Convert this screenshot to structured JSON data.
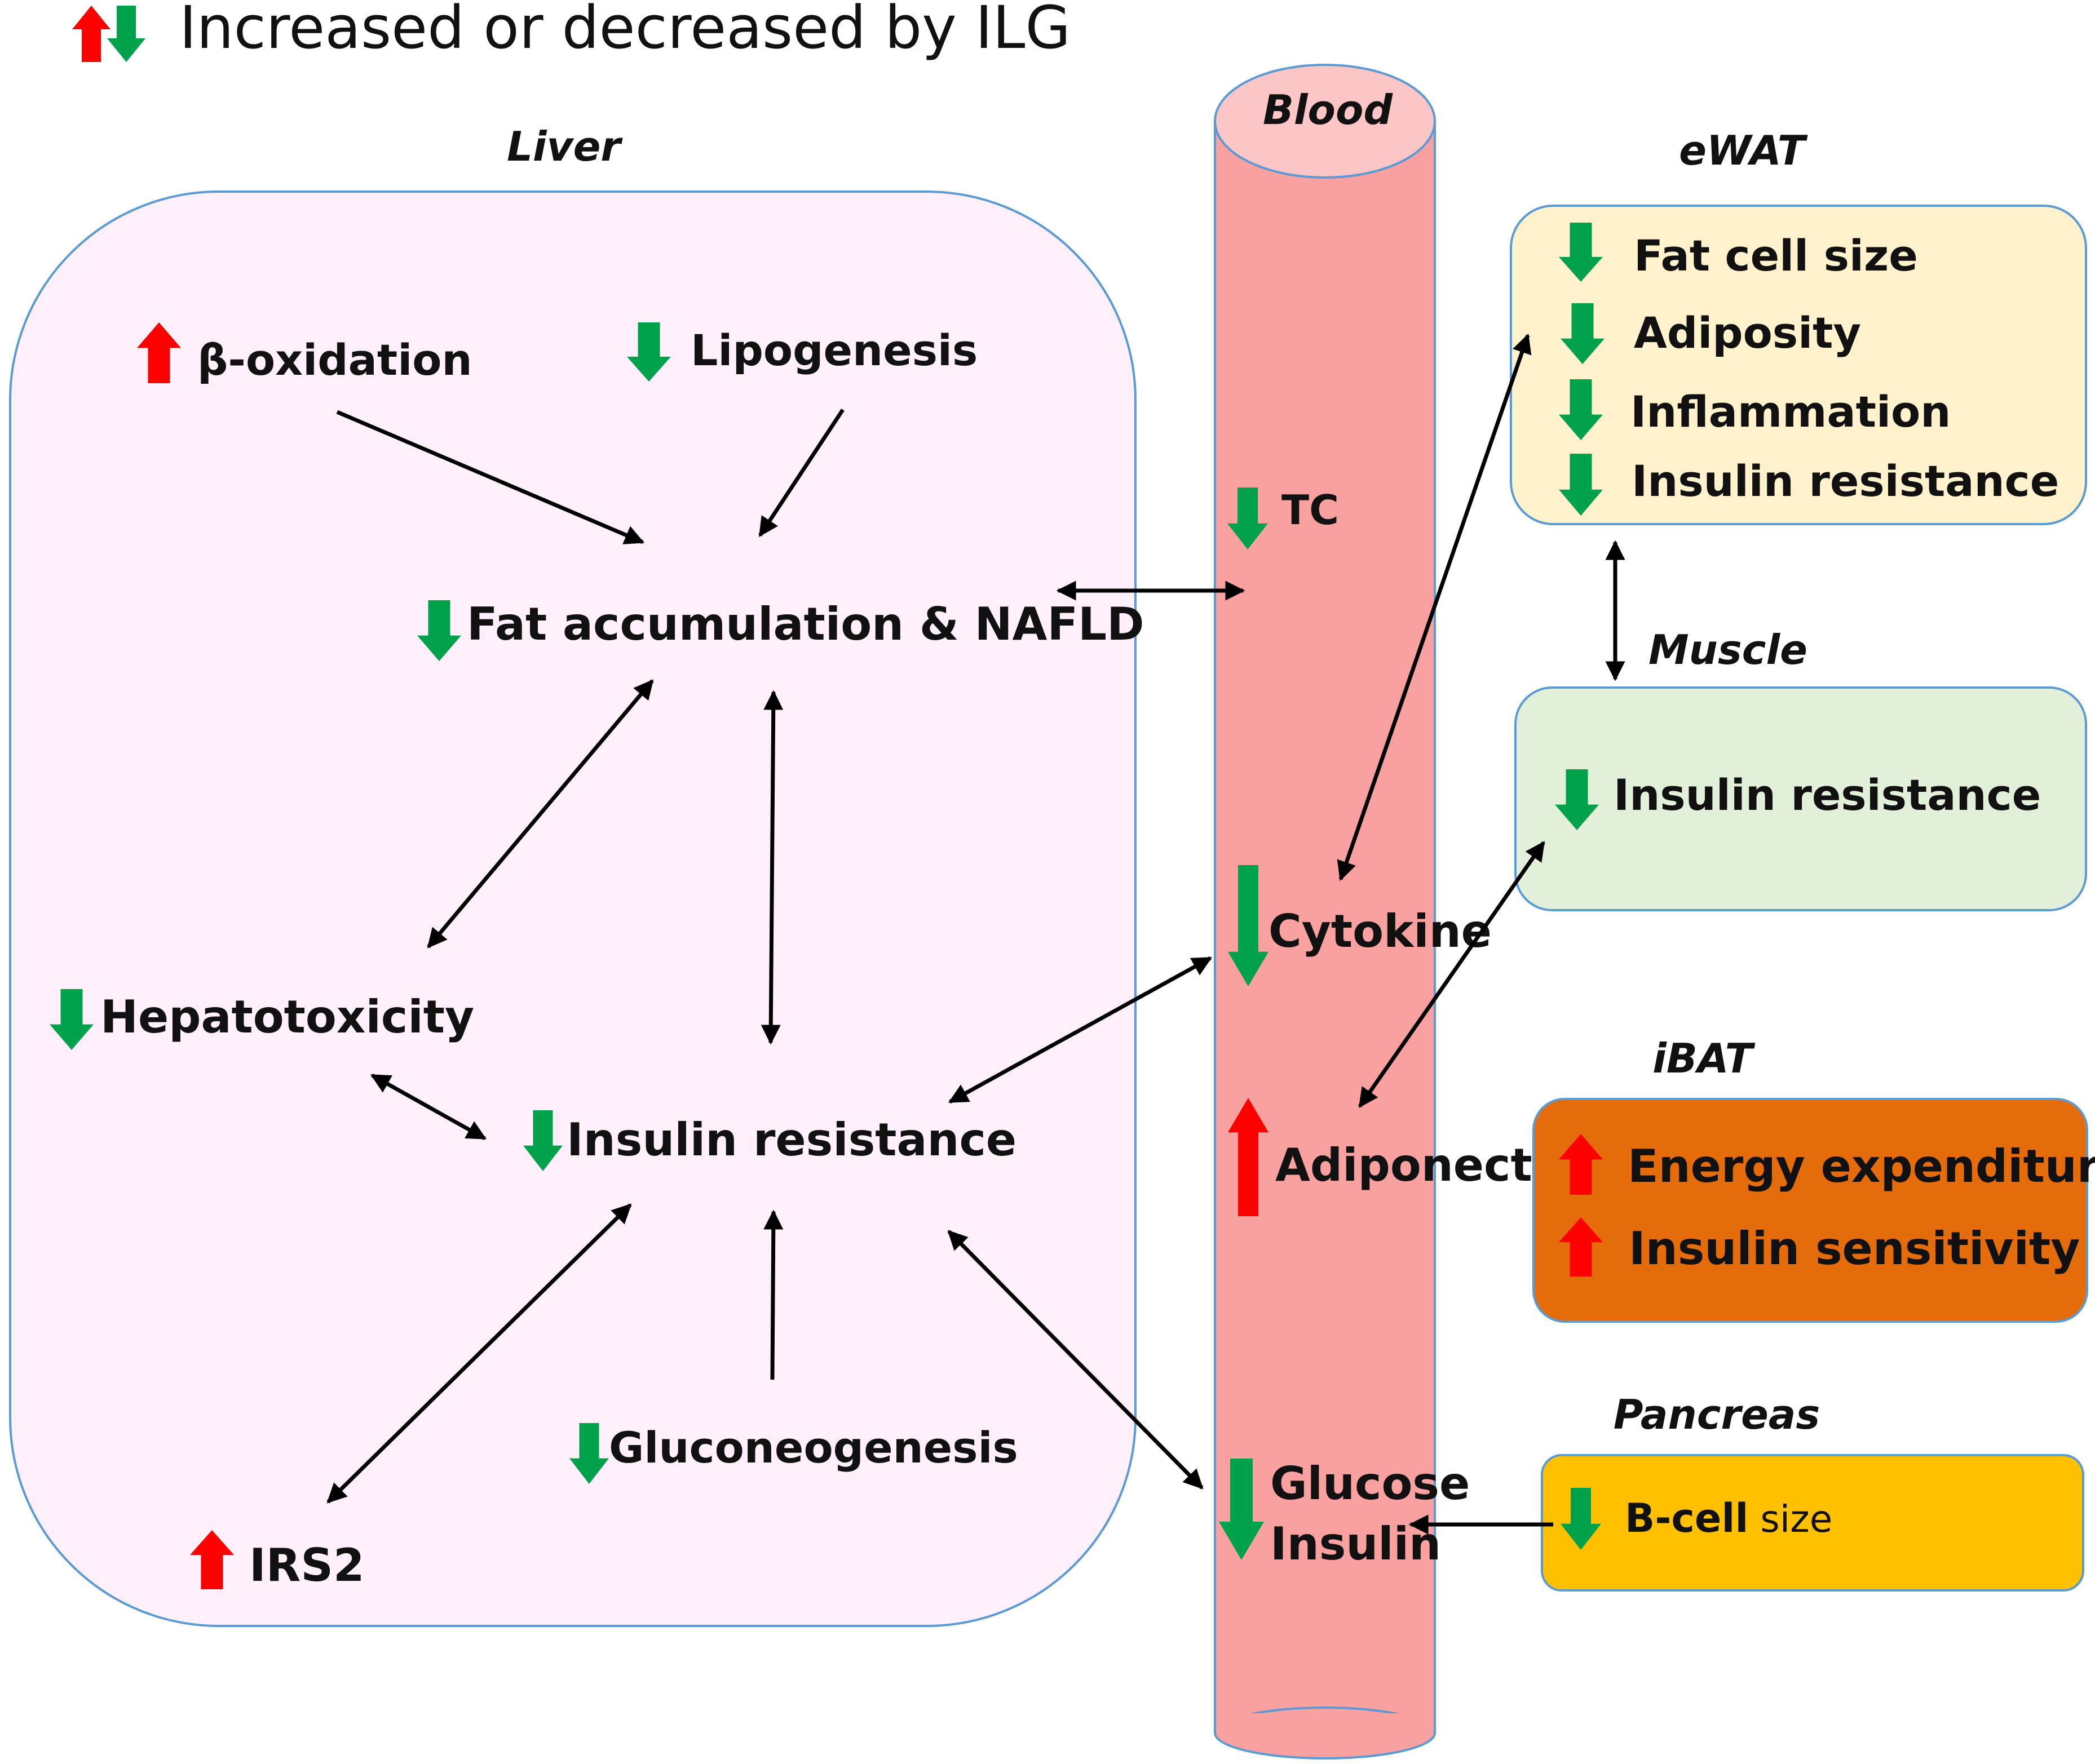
{
  "colors": {
    "up": "#ff0000",
    "down": "#00a14b",
    "liver_fill": "#fff0fc",
    "blood_fill": "#f9a0a0",
    "blood_top": "#fcc6c6",
    "ewat_fill": "#fff2cc",
    "muscle_fill": "#e2f0d9",
    "ibat_fill": "#e46c0a",
    "pancreas_fill": "#ffc000",
    "box_border": "#5b9bd5"
  },
  "legend": {
    "text": "Increased or decreased by ILG"
  },
  "liver": {
    "title": "Liver",
    "beta_oxidation": "β-oxidation",
    "lipogenesis": "Lipogenesis",
    "fat_accumulation": "Fat accumulation & NAFLD",
    "hepatotoxicity": "Hepatotoxicity",
    "insulin_resistance": "Insulin resistance",
    "gluconeogenesis": "Gluconeogenesis",
    "irs2": "IRS2"
  },
  "blood": {
    "title": "Blood",
    "tc": "TC",
    "cytokine": "Cytokine",
    "adiponectin": "Adiponectin",
    "glucose": "Glucose",
    "insulin": "Insulin"
  },
  "ewat": {
    "title": "eWAT",
    "items": [
      "Fat cell size",
      "Adiposity",
      "Inflammation",
      "Insulin resistance"
    ]
  },
  "muscle": {
    "title": "Muscle",
    "item": "Insulin resistance"
  },
  "ibat": {
    "title": "iBAT",
    "items": [
      "Energy expenditure",
      "Insulin sensitivity"
    ]
  },
  "pancreas": {
    "title": "Pancreas",
    "item_bold": "B-cell",
    "item_rest": " size"
  }
}
